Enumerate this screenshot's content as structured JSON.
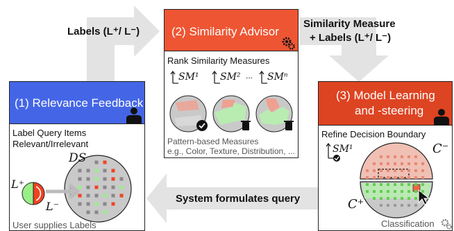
{
  "colors": {
    "box1_header": "#4466e6",
    "box2_header": "#ee5533",
    "box3_header": "#dd4422",
    "arrow_gray": "#e3e3e3",
    "positive": "#99ee88",
    "negative": "#ee4422"
  },
  "arrows": {
    "labels": "Labels (L⁺/ L⁻)",
    "similarity_line1": "Similarity Measure",
    "similarity_line2": "+ Labels (L⁺/ L⁻)",
    "query": "System formulates query"
  },
  "box1": {
    "title": "(1) Relevance Feedback",
    "line1": "Label Query Items",
    "line2": "Relevant/Irrelevant",
    "ds_label": "DS",
    "l_plus": "L⁺",
    "l_minus": "L⁻",
    "footer": "User supplies Labels",
    "icon": "user-icon"
  },
  "box2": {
    "title": "(2) Similarity Advisor",
    "subtitle": "Rank Similarity Measures",
    "sm1": "SM¹",
    "sm2": "SM²",
    "ellipsis": "...",
    "smn": "SMⁿ",
    "caption1": "Pattern-based Measures",
    "caption2": "e.g., Color, Texture, Distribution, ...",
    "icon": "gears-icon"
  },
  "box3": {
    "title_line1": "(3) Model Learning",
    "title_line2": "and -steering",
    "subtitle": "Refine Decision Boundary",
    "sm1": "SM¹",
    "c_minus": "C⁻",
    "c_plus": "C⁺",
    "footer": "Classification",
    "icon": "user-icon"
  }
}
